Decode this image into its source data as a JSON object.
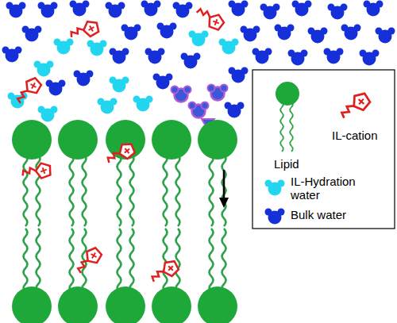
{
  "diagram": {
    "legend": [
      {
        "text": "Lipid"
      },
      {
        "text": "IL-cation"
      },
      {
        "text": "IL-Hydration water"
      },
      {
        "text": "Bulk water"
      }
    ]
  }
}
